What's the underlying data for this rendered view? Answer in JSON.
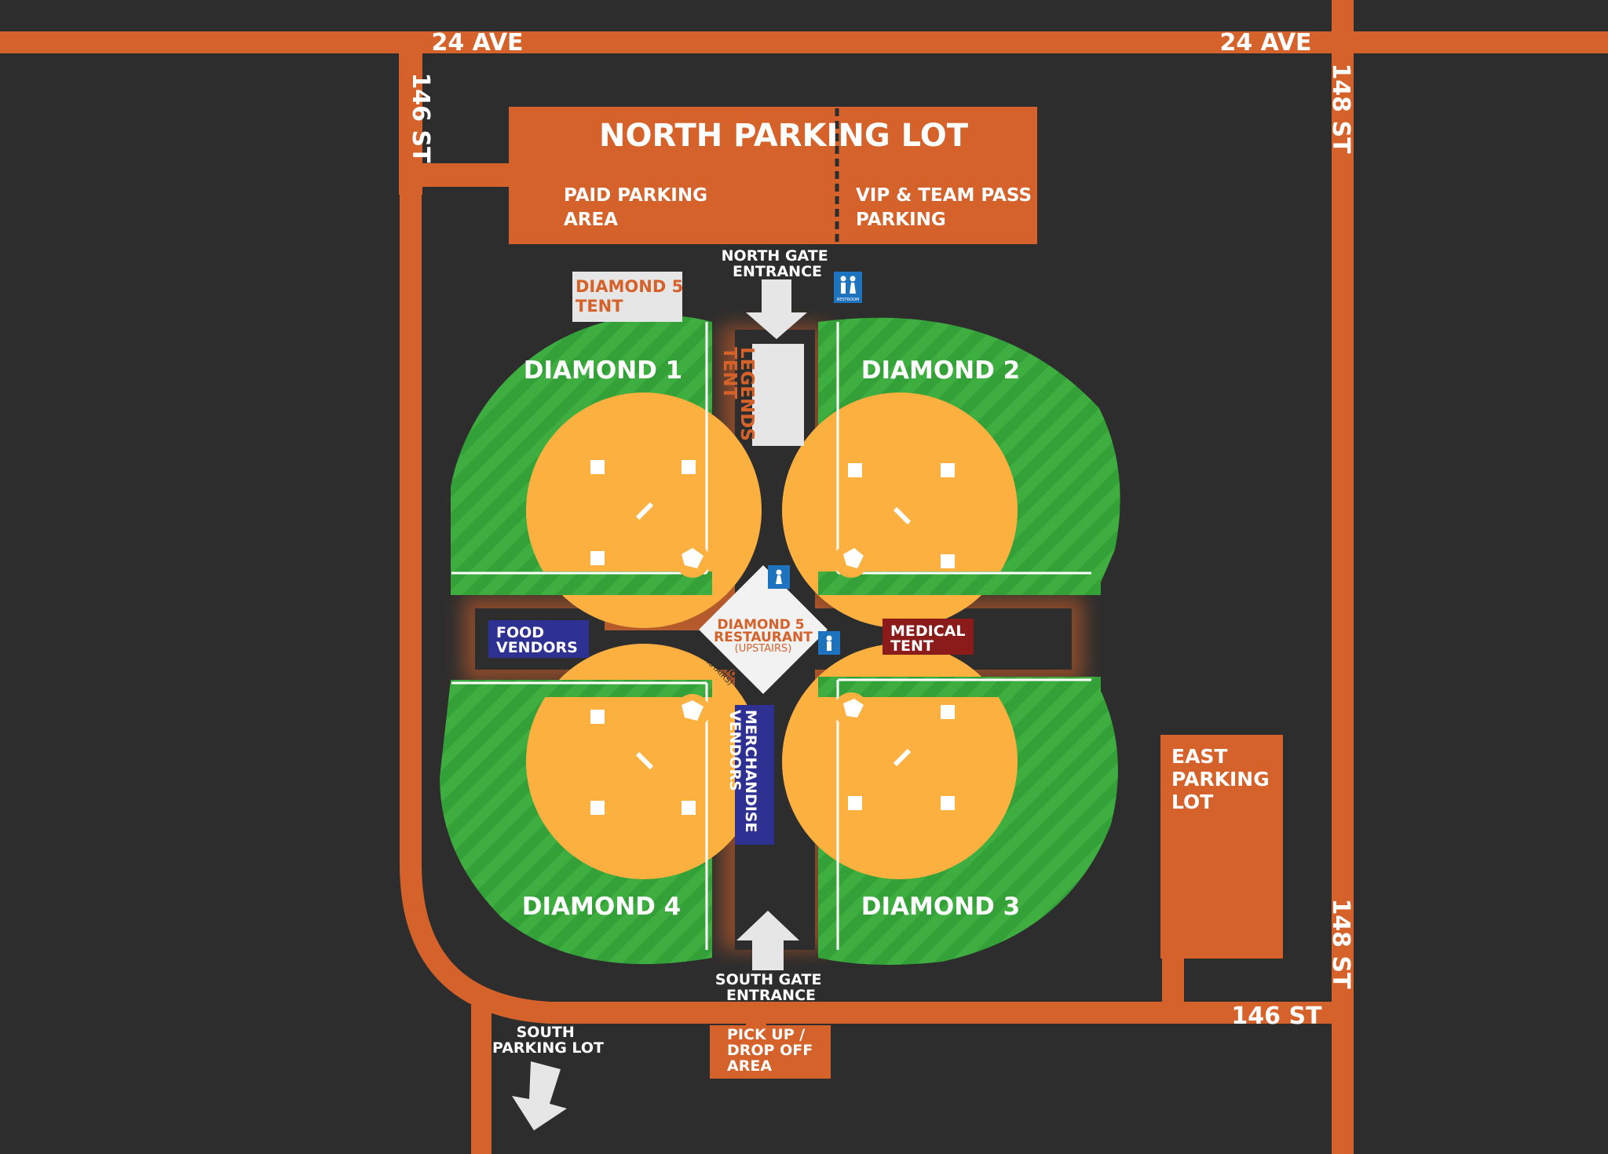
{
  "colors": {
    "background": "#2d2d2d",
    "road": "#d4622a",
    "grass": "#3dae3f",
    "grass_stripe": "#33a038",
    "infield": "#fbb040",
    "tent_box": "#e6e6e6",
    "vendor_box": "#2e3192",
    "medical_box": "#8b1a1a",
    "restroom_icon": "#1e73be",
    "arrow": "#e6e6e6",
    "text_white": "#ffffff",
    "text_orange": "#d4622a"
  },
  "streets": {
    "avenue_north_left": "24 AVE",
    "avenue_north_right": "24 AVE",
    "west_street": "146 ST",
    "east_street_top": "148 ST",
    "east_street_bottom": "148 ST",
    "south_street": "146 ST"
  },
  "parking": {
    "north_lot_title": "NORTH PARKING LOT",
    "paid_area": [
      "PAID PARKING",
      "AREA"
    ],
    "vip_area": [
      "VIP & TEAM PASS",
      "PARKING"
    ],
    "east_lot": [
      "EAST",
      "PARKING",
      "LOT"
    ],
    "south_lot": [
      "SOUTH",
      "PARKING LOT"
    ],
    "pickup": [
      "PICK UP /",
      "DROP OFF",
      "AREA"
    ]
  },
  "gates": {
    "north": [
      "NORTH GATE",
      "ENTRANCE"
    ],
    "south": [
      "SOUTH GATE",
      "ENTRANCE"
    ]
  },
  "diamonds": {
    "d1": "DIAMOND 1",
    "d2": "DIAMOND 2",
    "d3": "DIAMOND 3",
    "d4": "DIAMOND 4"
  },
  "facilities": {
    "diamond5_tent": [
      "DIAMOND 5",
      "TENT"
    ],
    "legends_tent": [
      "LEGENDS",
      "TENT"
    ],
    "restaurant": [
      "DIAMOND 5",
      "RESTAURANT",
      "(UPSTAIRS)"
    ],
    "concession": [
      "CONCESSION",
      "(DOWNSTAIRS)"
    ],
    "food_vendors": [
      "FOOD",
      "VENDORS"
    ],
    "medical_tent": [
      "MEDICAL",
      "TENT"
    ],
    "merchandise": [
      "MERCHANDISE",
      "VENDORS"
    ],
    "restroom_label": "RESTROOM"
  },
  "icons": {
    "restroom": "restroom-icon",
    "gate_arrow": "arrow-icon"
  }
}
